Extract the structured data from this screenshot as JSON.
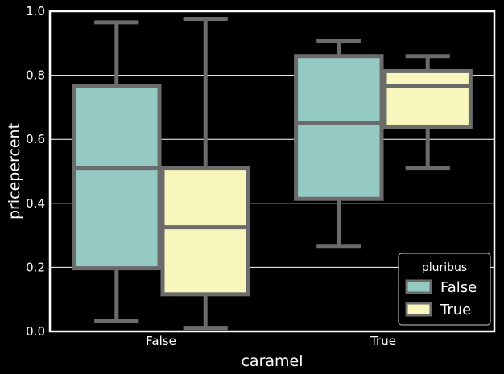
{
  "chart_data": {
    "type": "box",
    "xlabel": "caramel",
    "ylabel": "pricepercent",
    "ylim": [
      0,
      1
    ],
    "yticks": [
      0.0,
      0.2,
      0.4,
      0.6,
      0.8,
      1.0
    ],
    "ytick_labels": [
      "0.0",
      "0.2",
      "0.4",
      "0.6",
      "0.8",
      "1.0"
    ],
    "categories": [
      "False",
      "True"
    ],
    "grid": "horizontal",
    "legend": {
      "title": "pluribus",
      "placement": "bottom-right"
    },
    "series": [
      {
        "name": "False",
        "color": "#95cac2",
        "boxes": [
          {
            "whisker_low": 0.034,
            "q1": 0.197,
            "median": 0.511,
            "q3": 0.767,
            "whisker_high": 0.965
          },
          {
            "whisker_low": 0.267,
            "q1": 0.414,
            "median": 0.651,
            "q3": 0.86,
            "whisker_high": 0.906
          }
        ]
      },
      {
        "name": "True",
        "color": "#f7f7bd",
        "boxes": [
          {
            "whisker_low": 0.011,
            "q1": 0.116,
            "median": 0.325,
            "q3": 0.511,
            "whisker_high": 0.976
          },
          {
            "whisker_low": 0.511,
            "q1": 0.639,
            "median": 0.767,
            "q3": 0.813,
            "whisker_high": 0.86
          }
        ]
      }
    ],
    "colors": {
      "background": "#000000",
      "box_edge": "#6b6b6b",
      "grid": "#ffffff",
      "spine": "#ffffff"
    }
  }
}
